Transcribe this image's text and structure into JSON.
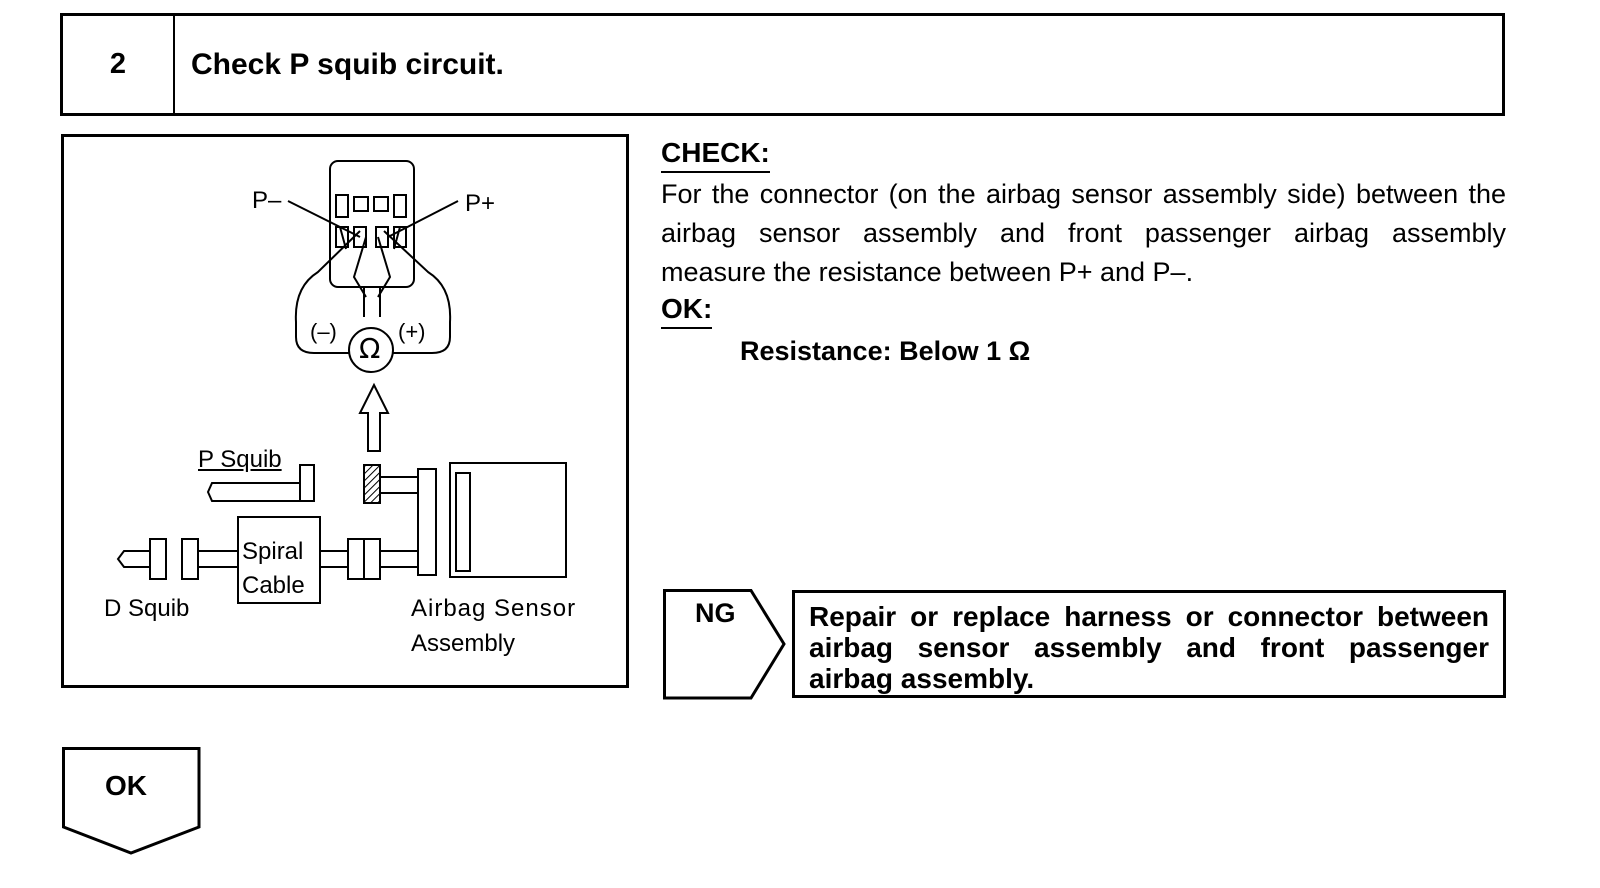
{
  "step": {
    "number": "2",
    "title": "Check P squib circuit."
  },
  "figure": {
    "labels": {
      "p_minus": "P–",
      "p_plus": "P+",
      "minus_terminal": "(–)",
      "plus_terminal": "(+)",
      "ohm_symbol": "Ω",
      "p_squib": "P Squib",
      "spiral_line1": "Spiral",
      "spiral_line2": "Cable",
      "d_squib": "D Squib",
      "sensor_line1": "Airbag Sensor",
      "sensor_line2": "Assembly"
    },
    "icons": [
      "ohmmeter-icon",
      "up-arrow-icon",
      "connector-icon"
    ]
  },
  "check": {
    "heading": "CHECK:",
    "body": "For the connector (on the airbag sensor assembly side) between the airbag sensor assembly and front passenger airbag assembly measure the resistance between P+ and P–.",
    "ok_heading": "OK:",
    "spec": "Resistance: Below 1 Ω"
  },
  "ng": {
    "label": "NG",
    "action": "Repair or replace harness or connector between airbag sensor assembly and front passenger airbag assembly."
  },
  "ok_tag": {
    "label": "OK"
  }
}
